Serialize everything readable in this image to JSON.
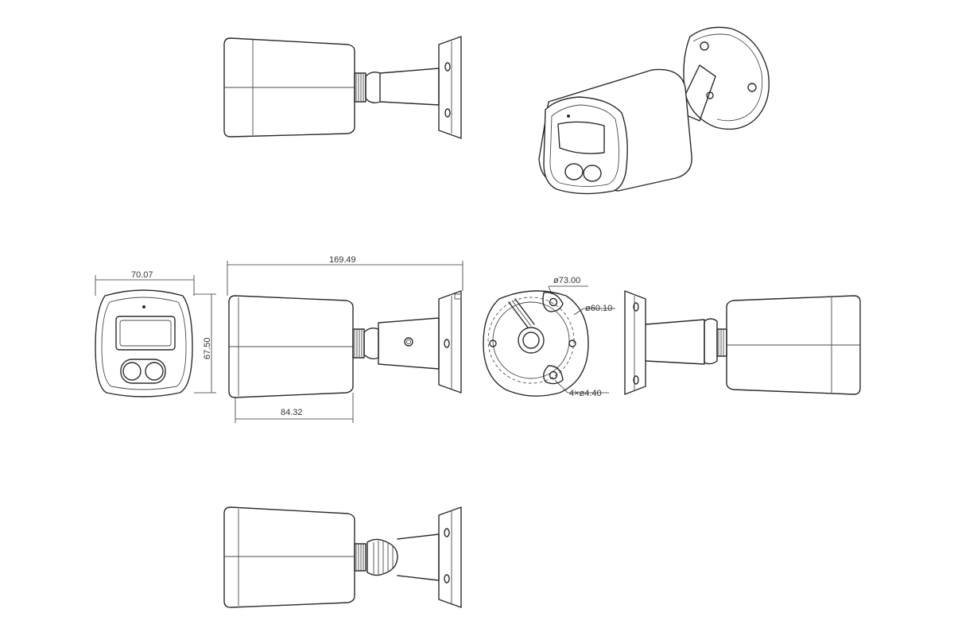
{
  "title": "",
  "views": {
    "top": "top-view",
    "iso": "isometric-view",
    "front": "front-view",
    "side": "side-view",
    "base": "mount-base-view",
    "rear": "rear-side-view",
    "bottom": "bottom-view"
  },
  "dimensions": {
    "front_width": "70.07",
    "front_height": "67.50",
    "overall_length": "169.49",
    "housing_length": "84.32",
    "base_outer_diameter": "ø73.00",
    "base_inner_diameter": "ø60.10",
    "mount_holes": "4×ø4.40"
  },
  "colors": {
    "line": "#2b2b2b",
    "background": "#ffffff"
  }
}
